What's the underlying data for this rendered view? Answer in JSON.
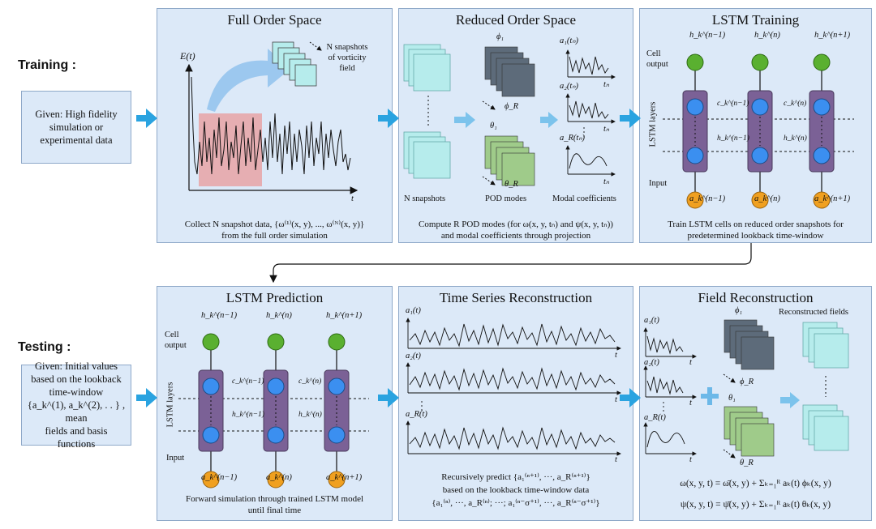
{
  "sections": {
    "training": "Training :",
    "testing": "Testing :"
  },
  "given_training": "Given: High fidelity simulation or experimental data",
  "given_testing": {
    "line1": "Given: Initial values",
    "line2": "based on the lookback",
    "line3": "time-window",
    "line4": "{a_k^(1), a_k^(2), . . } , mean",
    "line5": "fields and basis functions"
  },
  "full_order": {
    "title": "Full Order Space",
    "y_label": "E(t)",
    "x_label": "t",
    "snapshots_label": "N snapshots of vorticity field",
    "caption1": "Collect N snapshot data, {ω⁽¹⁾(x, y), ..., ω⁽ᴺ⁾(x, y)}",
    "caption2": "from the full order simulation"
  },
  "reduced_order": {
    "title": "Reduced Order Space",
    "phi1": "ϕ₁",
    "phiR": "ϕ_R",
    "theta1": "θ₁",
    "thetaR": "θ_R",
    "a1": "a₁(tₙ)",
    "a2": "a₂(tₙ)",
    "aR": "a_R(tₙ)",
    "tn": "tₙ",
    "n_snapshots": "N snapshots",
    "pod_modes": "POD modes",
    "modal_coeffs": "Modal coefficients",
    "caption1": "Compute R POD modes (for ω(x, y, tₙ) and ψ(x, y, tₙ))",
    "caption2": "and modal coefficients through projection"
  },
  "lstm_training": {
    "title": "LSTM Training",
    "cell_output": "Cell output",
    "layers": "LSTM layers",
    "input": "Input",
    "h_prev": "h_k^(n−1)",
    "h_cur": "h_k^(n)",
    "h_next": "h_k^(n+1)",
    "c_prev": "c_k^(n−1)",
    "c_cur": "c_k^(n)",
    "a_prev": "a_k^(n−1)",
    "a_cur": "a_k^(n)",
    "a_next": "a_k^(n+1)",
    "caption1": "Train LSTM cells on reduced order snapshots for",
    "caption2": "predetermined lookback time-window"
  },
  "lstm_prediction": {
    "title": "LSTM Prediction",
    "cell_output": "Cell output",
    "layers": "LSTM layers",
    "input": "Input",
    "caption1": "Forward simulation through trained LSTM model",
    "caption2": "until final time"
  },
  "time_series": {
    "title": "Time Series Reconstruction",
    "a1": "a₁(t)",
    "a2": "a₂(t)",
    "aR": "a_R(t)",
    "t": "t",
    "caption1": "Recursively predict {a₁⁽ⁿ⁺¹⁾, ···, a_R⁽ⁿ⁺¹⁾}",
    "caption2": "based on the lookback time-window data",
    "caption3": "{a₁⁽ⁿ⁾, ···, a_R⁽ⁿ⁾; ···; a₁⁽ⁿ⁻σ⁺¹⁾, ···, a_R⁽ⁿ⁻σ⁺¹⁾}"
  },
  "field_reconstruction": {
    "title": "Field Reconstruction",
    "reconstructed": "Reconstructed fields",
    "eq1": "ω(x, y, t) = ω̄(x, y) + Σₖ₌₁ᴿ aₖ(t) ϕₖ(x, y)",
    "eq2": "ψ(x, y, t) = ψ̄(x, y) + Σₖ₌₁ᴿ aₖ(t) θₖ(x, y)"
  },
  "colors": {
    "panel_bg": "#dce9f8",
    "panel_border": "#8fa9c9",
    "arrow": "#2aa3e0",
    "snapshot": "#b6ecec",
    "phi_mode": "#5d6b7a",
    "theta_mode": "#9fcb8a",
    "lstm_cell": "#7b6196",
    "node_blue": "#3b8ff0",
    "node_green": "#5ab030",
    "node_orange": "#f0a020",
    "highlight": "#e8a3a6"
  }
}
